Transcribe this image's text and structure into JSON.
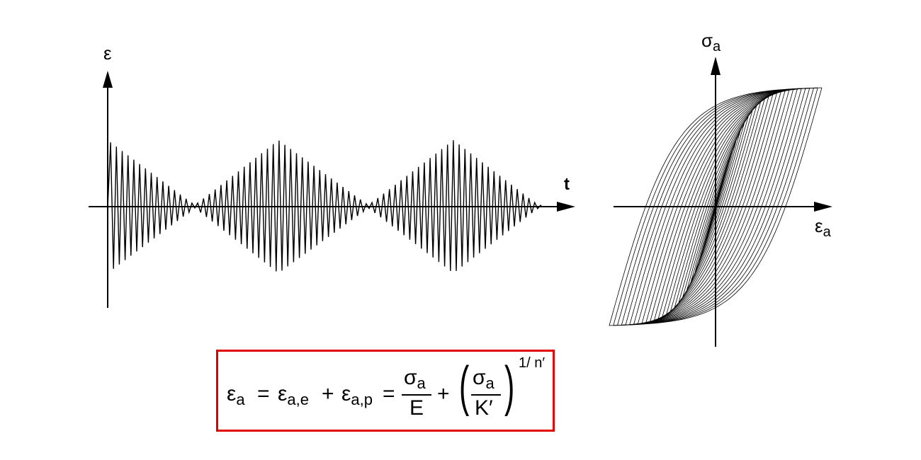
{
  "strain_time_plot": {
    "y_axis_label": "ε",
    "x_axis_label": "t"
  },
  "hysteresis_plot": {
    "y_axis_label": "σ",
    "y_axis_sub": "a",
    "x_axis_label": "ε",
    "x_axis_sub": "a"
  },
  "formula": {
    "eps": "ε",
    "a": "a",
    "eq": "=",
    "plus": "+",
    "ae": "a,e",
    "ap": "a,p",
    "sigma": "σ",
    "E": "E",
    "K": "K′",
    "exponent": "1/ n′",
    "lparen": "(",
    "rparen": ")"
  }
}
